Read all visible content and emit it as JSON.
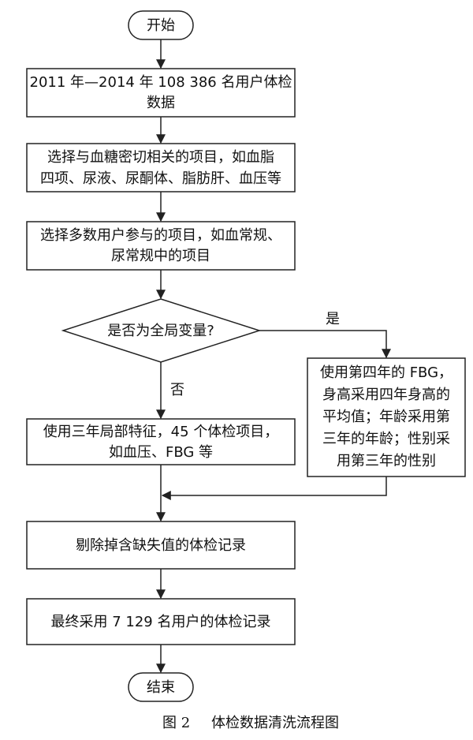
{
  "nodes": {
    "start": "开始",
    "data_source": [
      "2011 年—2014 年 108 386 名用户体检",
      "数据"
    ],
    "select_related": [
      "选择与血糖密切相关的项目，如血脂",
      "四项、尿液、尿酮体、脂肪肝、血压等"
    ],
    "select_common": [
      "选择多数用户参与的项目，如血常规、",
      "尿常规中的项目"
    ],
    "decision": "是否为全局变量?",
    "global_yes": [
      "使用第四年的 FBG，",
      "身高采用四年身高的",
      "平均值；年龄采用第",
      "三年的年龄；性别采",
      "用第三年的性别"
    ],
    "global_no": [
      "使用三年局部特征，45 个体检项目，",
      "如血压、FBG 等"
    ],
    "remove_missing": "剔除掉含缺失值的体检记录",
    "final": "最终采用 7 129 名用户的体检记录",
    "end": "结束"
  },
  "labels": {
    "yes": "是",
    "no": "否"
  },
  "caption": {
    "number": "图 2",
    "title": "体检数据清洗流程图"
  }
}
